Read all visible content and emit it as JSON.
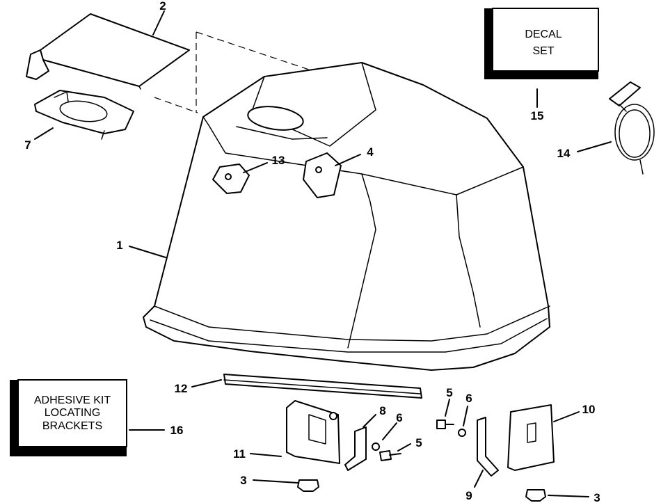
{
  "callouts": {
    "c1": "1",
    "c2": "2",
    "c3a": "3",
    "c3b": "3",
    "c4": "4",
    "c5a": "5",
    "c5b": "5",
    "c6a": "6",
    "c6b": "6",
    "c7": "7",
    "c8": "8",
    "c9": "9",
    "c10": "10",
    "c11": "11",
    "c12": "12",
    "c13": "13",
    "c14": "14",
    "c15": "15",
    "c16": "16"
  },
  "decal_box": {
    "line1": "DECAL",
    "line2": "SET"
  },
  "adhesive_box": {
    "line1": "ADHESIVE KIT",
    "line2": "LOCATING",
    "line3": "BRACKETS"
  }
}
